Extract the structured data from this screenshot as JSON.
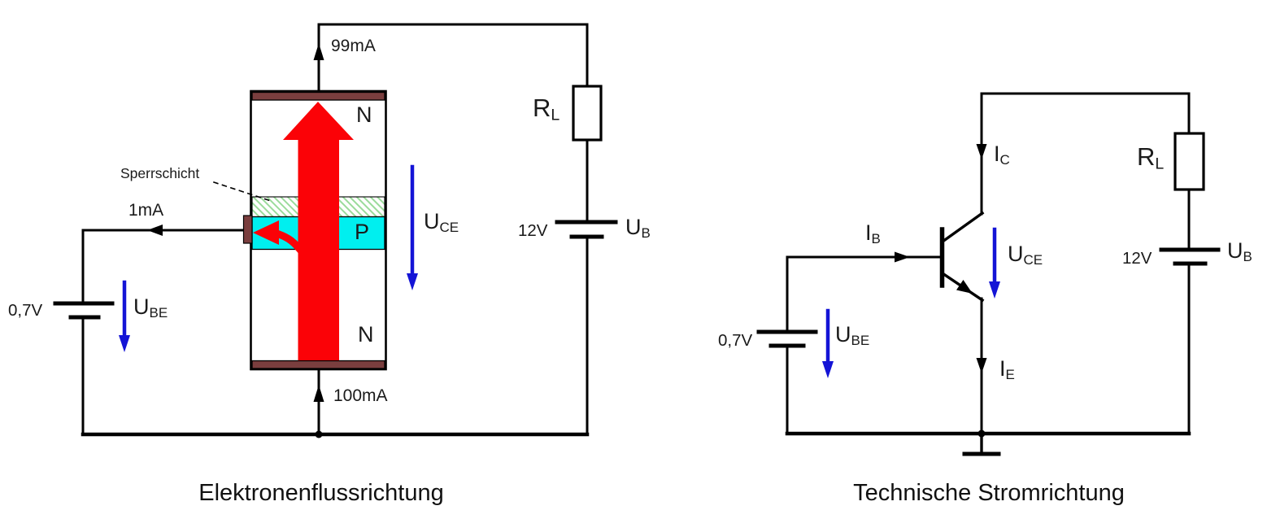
{
  "colors": {
    "wire": "#000000",
    "electron_arrow": "#fb0207",
    "voltage_arrow": "#1414d6",
    "p_region_fill": "#00efef",
    "contact_fill": "#7a3e3e",
    "sperrschicht_hatch": "#9bdb9b",
    "background": "#ffffff"
  },
  "left": {
    "caption": "Elektronenflussrichtung",
    "collector_current": "99mA",
    "base_current": "1mA",
    "emitter_current": "100mA",
    "sperrschicht_label": "Sperrschicht",
    "n_top": "N",
    "p_region": "P",
    "n_bottom": "N",
    "ube_value": "0,7V",
    "ub_value": "12V",
    "u_be": {
      "main": "U",
      "sub": "BE"
    },
    "u_ce": {
      "main": "U",
      "sub": "CE"
    },
    "u_b": {
      "main": "U",
      "sub": "B"
    },
    "r_l": {
      "main": "R",
      "sub": "L"
    }
  },
  "right": {
    "caption": "Technische Stromrichtung",
    "ube_value": "0,7V",
    "ub_value": "12V",
    "i_b": {
      "main": "I",
      "sub": "B"
    },
    "i_c": {
      "main": "I",
      "sub": "C"
    },
    "i_e": {
      "main": "I",
      "sub": "E"
    },
    "u_be": {
      "main": "U",
      "sub": "BE"
    },
    "u_ce": {
      "main": "U",
      "sub": "CE"
    },
    "u_b": {
      "main": "U",
      "sub": "B"
    },
    "r_l": {
      "main": "R",
      "sub": "L"
    }
  }
}
